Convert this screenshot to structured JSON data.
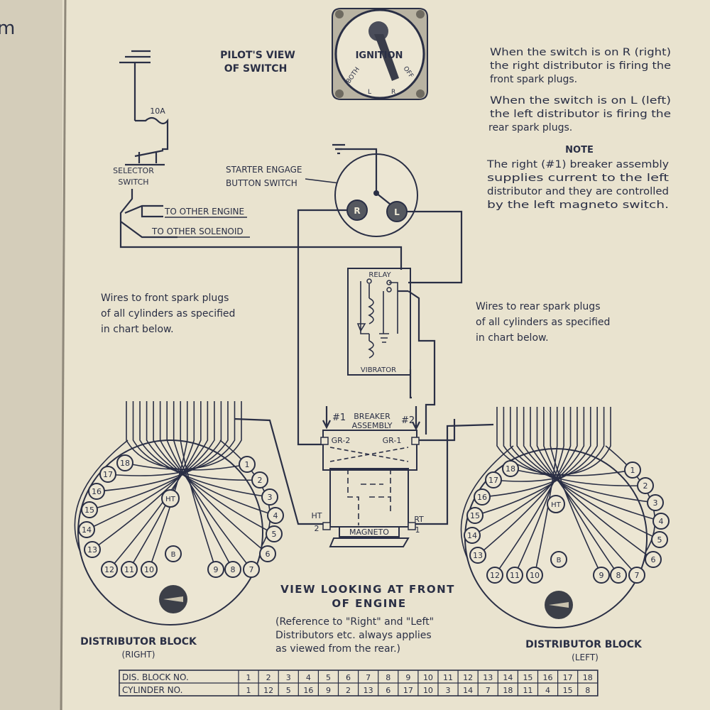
{
  "corner_glyph": "m",
  "switch_view_title": [
    "PILOT'S VIEW",
    "OF SWITCH"
  ],
  "ignition": {
    "title": "IGNITION",
    "both": "BOTH",
    "off": "OFF",
    "l": "L",
    "r": "R"
  },
  "notes": {
    "para1": [
      "When the switch is on R (right)",
      "the right distributor is firing the",
      "front spark plugs."
    ],
    "para2": [
      "When the switch is on L (left)",
      "the left distributor is firing the",
      "rear spark plugs."
    ],
    "heading": "NOTE",
    "para3": [
      "The right (#1) breaker assembly",
      "supplies current to the left",
      "distributor and they are controlled",
      "by the left magneto switch."
    ]
  },
  "labels": {
    "fuse": "10A",
    "selector": [
      "SELECTOR",
      "SWITCH"
    ],
    "starter": [
      "STARTER ENGAGE",
      "BUTTON SWITCH"
    ],
    "other_engine": "TO OTHER ENGINE",
    "other_solenoid": "TO OTHER SOLENOID",
    "relay": "RELAY",
    "vibrator": "VIBRATOR",
    "breaker": [
      "BREAKER",
      "ASSEMBLY"
    ],
    "breaker_1": "#1",
    "breaker_2": "#2",
    "gr2": "GR-2",
    "gr1": "GR-1",
    "ht": "HT",
    "rt": "RT",
    "ht_num": "2",
    "rt_num": "1",
    "magneto": "MAGNETO",
    "switch_r": "R",
    "switch_l": "L"
  },
  "front_wires": [
    "Wires to front spark plugs",
    "of all cylinders as specified",
    "in chart below."
  ],
  "rear_wires": [
    "Wires to rear spark plugs",
    "of all cylinders as specified",
    "in chart below."
  ],
  "view_title": [
    "VIEW LOOKING AT FRONT",
    "OF ENGINE"
  ],
  "view_note": [
    "(Reference to \"Right\" and \"Left\"",
    "Distributors etc. always applies",
    "as viewed from the rear.)"
  ],
  "dist_right": {
    "title": "DISTRIBUTOR BLOCK",
    "sub": "(RIGHT)"
  },
  "dist_left": {
    "title": "DISTRIBUTOR BLOCK",
    "sub": "(LEFT)"
  },
  "terminals": [
    "1",
    "2",
    "3",
    "4",
    "5",
    "6",
    "7",
    "8",
    "9",
    "10",
    "11",
    "12",
    "13",
    "14",
    "15",
    "16",
    "17",
    "18"
  ],
  "terminal_ht": "HT",
  "terminal_b": "B",
  "chart": {
    "row1_label": "DIS. BLOCK NO.",
    "row2_label": "CYLINDER NO.",
    "block_no": [
      "1",
      "2",
      "3",
      "4",
      "5",
      "6",
      "7",
      "8",
      "9",
      "10",
      "11",
      "12",
      "13",
      "14",
      "15",
      "16",
      "17",
      "18"
    ],
    "cylinder_no": [
      "1",
      "12",
      "5",
      "16",
      "9",
      "2",
      "13",
      "6",
      "17",
      "10",
      "3",
      "14",
      "7",
      "18",
      "11",
      "4",
      "15",
      "8"
    ]
  }
}
